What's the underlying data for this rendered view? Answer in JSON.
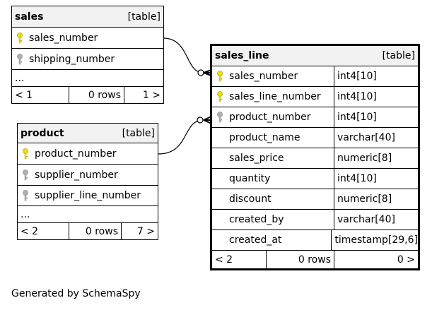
{
  "tables": {
    "sales": {
      "name": "sales",
      "tag": "[table]",
      "columns": [
        "sales_number",
        "shipping_number"
      ],
      "more": "...",
      "footer": [
        "< 1",
        "0 rows",
        "1 >"
      ]
    },
    "product": {
      "name": "product",
      "tag": "[table]",
      "columns": [
        "product_number",
        "supplier_number",
        "supplier_line_number"
      ],
      "more": "...",
      "footer": [
        "< 2",
        "0 rows",
        "7 >"
      ]
    },
    "sales_line": {
      "name": "sales_line",
      "tag": "[table]",
      "columns": [
        {
          "name": "sales_number",
          "type": "int4[10]"
        },
        {
          "name": "sales_line_number",
          "type": "int4[10]"
        },
        {
          "name": "product_number",
          "type": "int4[10]"
        },
        {
          "name": "product_name",
          "type": "varchar[40]"
        },
        {
          "name": "sales_price",
          "type": "numeric[8]"
        },
        {
          "name": "quantity",
          "type": "int4[10]"
        },
        {
          "name": "discount",
          "type": "numeric[8]"
        },
        {
          "name": "created_by",
          "type": "varchar[40]"
        },
        {
          "name": "created_at",
          "type": "timestamp[29,6]"
        }
      ],
      "footer": [
        "< 2",
        "0 rows",
        "0 >"
      ]
    }
  },
  "colors": {
    "primary_key": "#f0e000",
    "foreign_key": "#b0b0b0",
    "header_bg": "#f2f2f2"
  },
  "caption": "Generated by SchemaSpy"
}
